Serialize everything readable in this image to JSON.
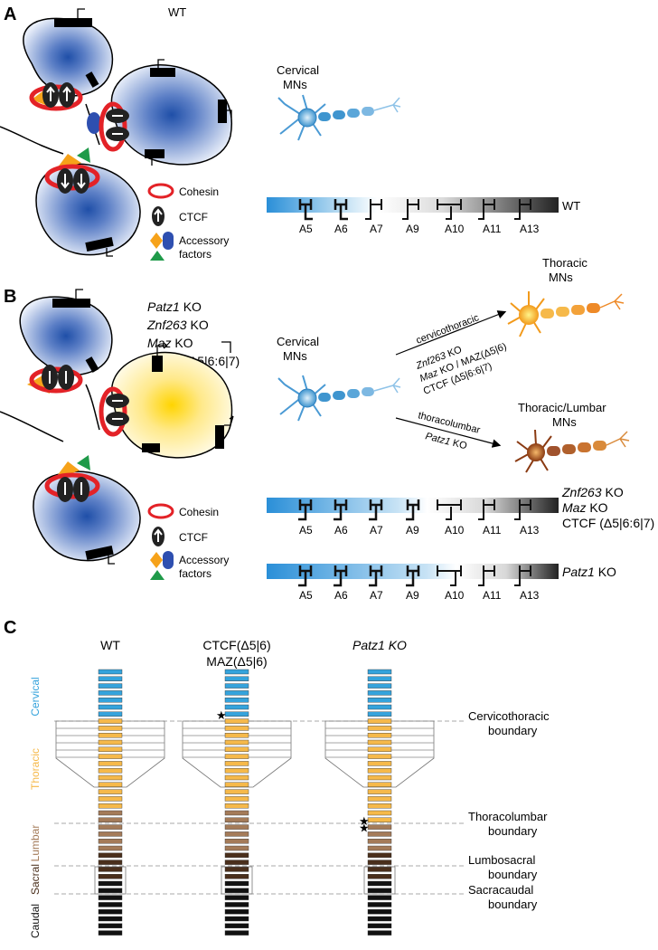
{
  "panelA": {
    "letter": "A",
    "wt_title": "WT",
    "cervical_line1": "Cervical",
    "cervical_line2": "MNs",
    "legend": {
      "cohesin": "Cohesin",
      "ctcf": "CTCF",
      "accessory_line1": "Accessory",
      "accessory_line2": "factors"
    },
    "bar_label": "WT",
    "genes": [
      "A5",
      "A6",
      "A7",
      "A9",
      "A10",
      "A11",
      "A13"
    ]
  },
  "panelB": {
    "letter": "B",
    "conditions": [
      {
        "italic": "Patz1",
        "rest": " KO"
      },
      {
        "italic": "Znf263",
        "rest": " KO"
      },
      {
        "italic": "Maz",
        "rest": " KO"
      },
      {
        "italic": "",
        "rest": "CTCF (Δ5|6:6|7)"
      }
    ],
    "cervical_line1": "Cervical",
    "cervical_line2": "MNs",
    "thoracic_line1": "Thoracic",
    "thoracic_line2": "MNs",
    "thoracolumbar_line1": "Thoracic/Lumbar",
    "thoracolumbar_line2": "MNs",
    "arrow1_above": "cervicothoracic",
    "arrow1_below_1a": "Znf263",
    "arrow1_below_1b": " KO",
    "arrow1_below_2a": "Maz",
    "arrow1_below_2b": " KO / MAZ(Δ5|6)",
    "arrow1_below_3": "CTCF (Δ5|6:6|7)",
    "arrow2_above": "thoracolumbar",
    "arrow2_below_a": "Patz1",
    "arrow2_below_b": " KO",
    "legend": {
      "cohesin": "Cohesin",
      "ctcf": "CTCF",
      "accessory_line1": "Accessory",
      "accessory_line2": "factors"
    },
    "bar1_label_1": {
      "italic": "Znf263",
      "rest": " KO"
    },
    "bar1_label_2": {
      "italic": "Maz",
      "rest": " KO"
    },
    "bar1_label_3": "CTCF (Δ5|6:6|7)",
    "bar2_label": {
      "italic": "Patz1",
      "rest": " KO"
    },
    "genes": [
      "A5",
      "A6",
      "A7",
      "A9",
      "A10",
      "A11",
      "A13"
    ]
  },
  "panelC": {
    "letter": "C",
    "col_wt": "WT",
    "col_ctcf_1": "CTCF(Δ5|6)",
    "col_ctcf_2": "MAZ(Δ5|6)",
    "col_patz1": "Patz1 KO",
    "regions": [
      "Cervical",
      "Thoracic",
      "Lumbar",
      "Sacral",
      "Caudal"
    ],
    "boundaries": [
      {
        "line1": "Cervicothoracic",
        "line2": "boundary"
      },
      {
        "line1": "Thoracolumbar",
        "line2": "boundary"
      },
      {
        "line1": "Lumbosacral",
        "line2": "boundary"
      },
      {
        "line1": "Sacracaudal",
        "line2": "boundary"
      }
    ],
    "colors": {
      "cervical": "#35a3dc",
      "thoracic": "#f6b94a",
      "lumbar": "#a47b59",
      "sacral": "#4a2f1c",
      "caudal": "#111111"
    }
  }
}
